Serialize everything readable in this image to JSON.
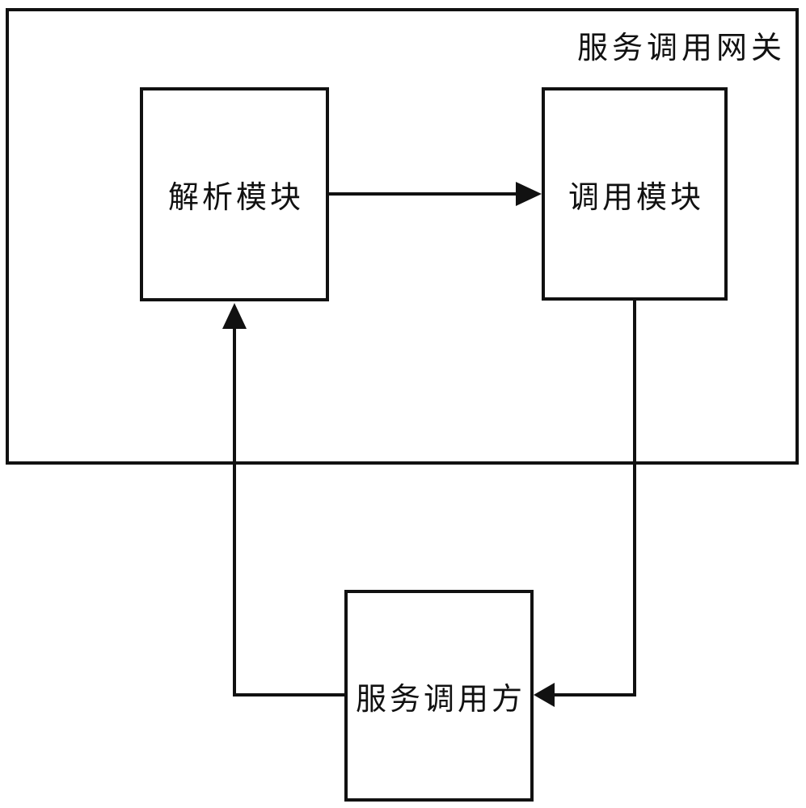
{
  "figure": {
    "background_color": "#ffffff",
    "line_color": "#111111",
    "gateway": {
      "label": "服务调用网关"
    },
    "nodes": {
      "parse_module": {
        "label": "解析模块"
      },
      "invoke_module": {
        "label": "调用模块"
      },
      "service_caller": {
        "label": "服务调用方"
      }
    },
    "connections": [
      {
        "from": "解析模块",
        "to": "调用模块",
        "style": "arrow",
        "path": "horizontal"
      },
      {
        "from": "服务调用方",
        "to": "解析模块",
        "style": "arrow",
        "path": "left-then-up"
      },
      {
        "from": "调用模块",
        "to": "服务调用方",
        "style": "arrow",
        "path": "down-then-left"
      }
    ]
  }
}
